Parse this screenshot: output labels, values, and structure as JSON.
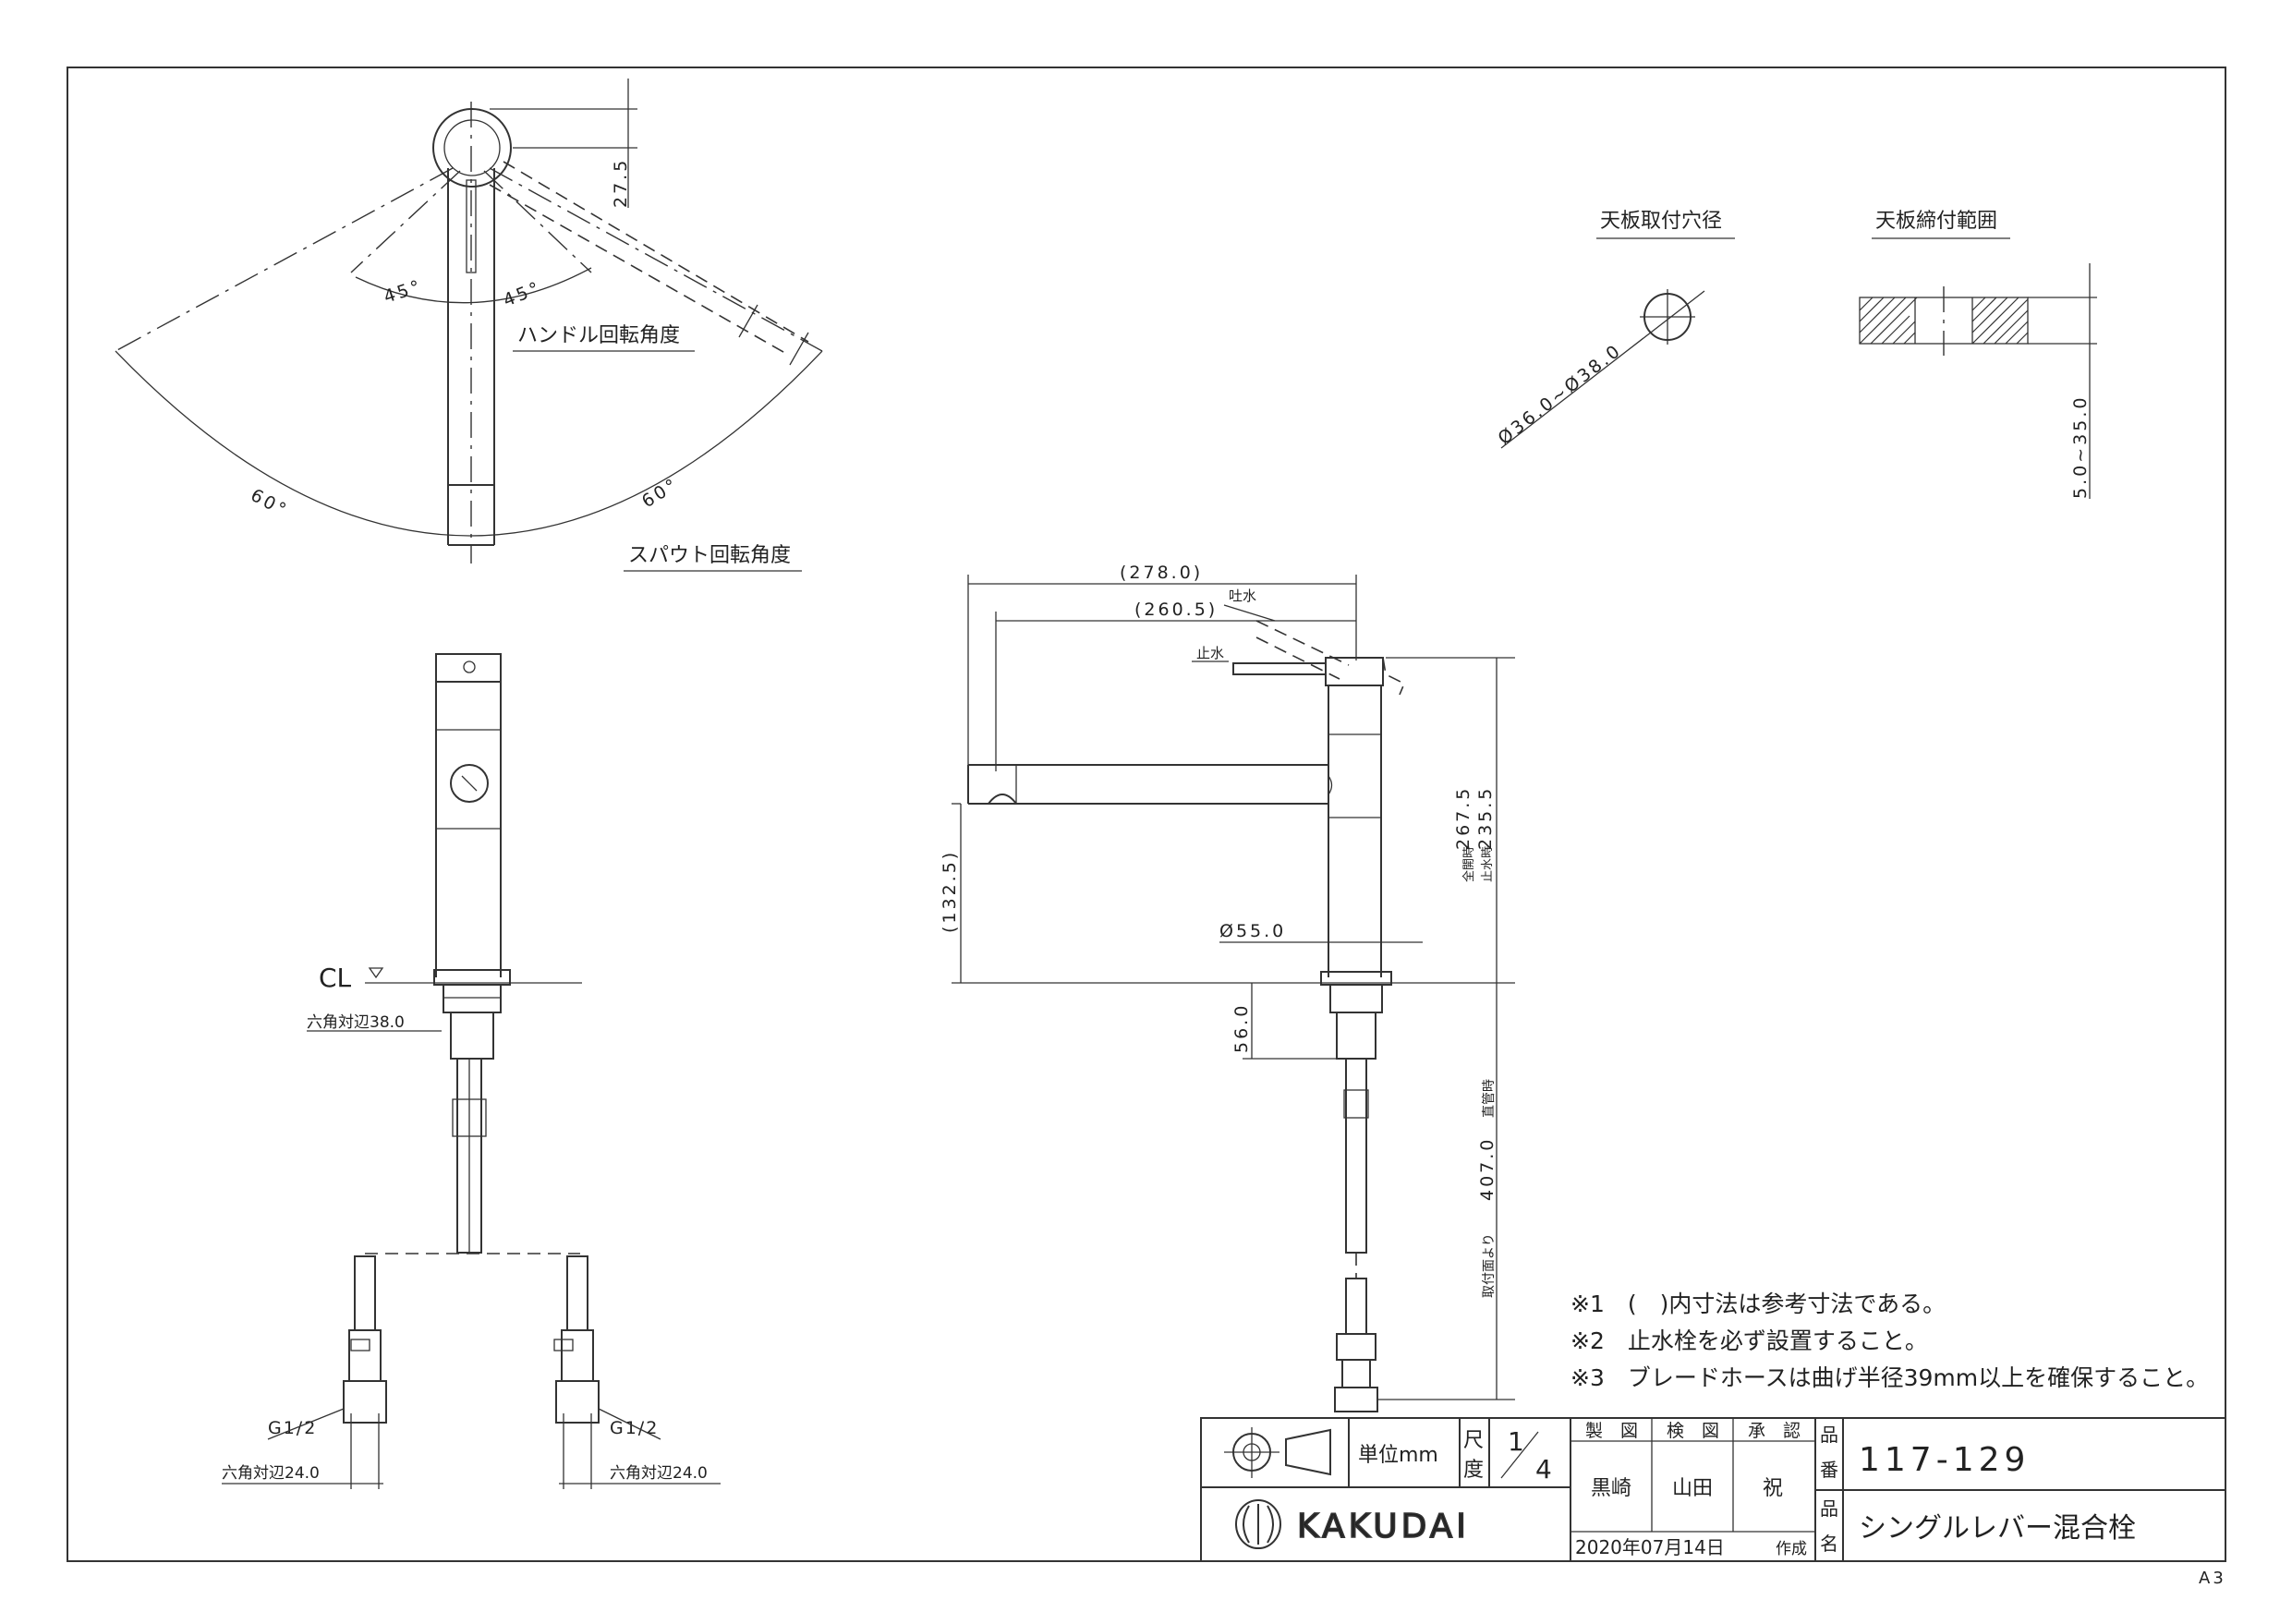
{
  "labels": {
    "handle_rotation": "ハンドル回転角度",
    "spout_rotation": "スパウト回転角度",
    "hole_diameter": "天板取付穴径",
    "clamp_range": "天板締付範囲",
    "open_water": "吐水",
    "stop_water": "止水",
    "cl": "CL",
    "hex_38": "六角対辺38.0",
    "g_left": "G1/2",
    "g_right": "G1/2",
    "hex_24_left": "六角対辺24.0",
    "hex_24_right": "六角対辺24.0",
    "full_open": "全開時",
    "stopped": "止水時",
    "from_mount": "取付面より",
    "straight_pipe": "直管時"
  },
  "dimensions": {
    "d_27_5": "27.5",
    "a_45_left": "45°",
    "a_45_right": "45°",
    "a_60_left": "60°",
    "a_60_right": "60°",
    "hole": "Ø36.0~Ø38.0",
    "clamp": "5.0~35.0",
    "d_278": "(278.0)",
    "d_260_5": "(260.5)",
    "d_267_5": "267.5",
    "d_235_5": "235.5",
    "d_132_5": "(132.5)",
    "d_55": "Ø55.0",
    "d_56": "56.0",
    "d_407": "407.0"
  },
  "notes": [
    "※1　(　)内寸法は参考寸法である。",
    "※2　止水栓を必ず設置すること。",
    "※3　ブレードホースは曲げ半径39mm以上を確保すること。"
  ],
  "title_block": {
    "unit": "単位mm",
    "scale_label_1": "尺",
    "scale_label_2": "度",
    "scale_num": "1",
    "scale_den": "4",
    "drawn": "製　図",
    "checked": "検　図",
    "approved": "承　認",
    "drawn_name": "黒崎",
    "checked_name": "山田",
    "approved_name": "祝",
    "part_no_label_1": "品",
    "part_no_label_2": "番",
    "part_no": "117-129",
    "part_name_label_1": "品",
    "part_name_label_2": "名",
    "part_name": "シングルレバー混合栓",
    "date": "2020年07月14日",
    "created": "作成",
    "brand": "KAKUDAI"
  },
  "sheet_size": "A3"
}
